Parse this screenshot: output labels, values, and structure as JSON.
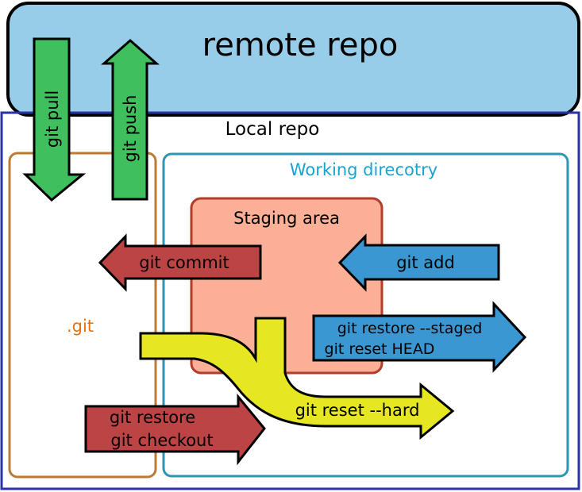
{
  "remote": {
    "label": "remote repo",
    "color": "#97cde9"
  },
  "local": {
    "label": "Local repo",
    "color": "#2933a3"
  },
  "git_dir": {
    "label": ".git",
    "color": "#bd7a35",
    "text_color": "#e8700f"
  },
  "working": {
    "label": "Working direcotry",
    "color": "#2c96b3",
    "text_color": "#17a3d1"
  },
  "staging": {
    "label": "Staging area",
    "fill": "#faaf96",
    "stroke": "#b33d2a"
  },
  "arrows": {
    "pull": "git pull",
    "push": "git push",
    "commit": "git commit",
    "add": "git add",
    "restore_staged_1": "git restore --staged",
    "restore_staged_2": "git reset HEAD",
    "restore_1": "git restore",
    "restore_2": "git checkout",
    "reset_hard": "git reset --hard"
  },
  "colors": {
    "green": "#3fbf5e",
    "red": "#bd4444",
    "blue": "#3a97d1",
    "yellow": "#e6e622"
  }
}
